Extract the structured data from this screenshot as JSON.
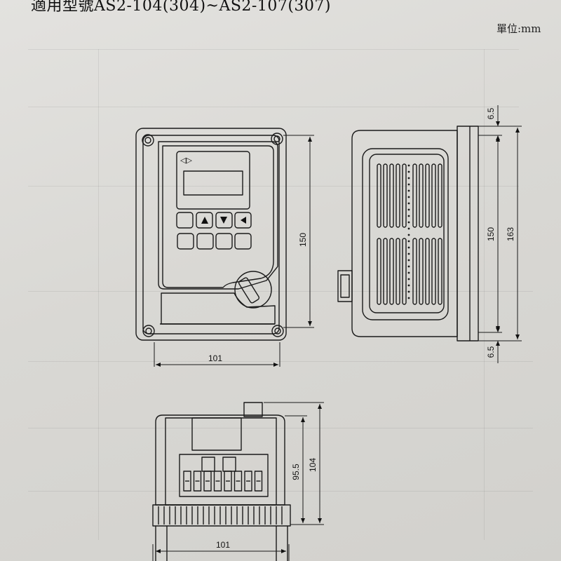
{
  "header": {
    "title": "適用型號AS2-104(304)~AS2-107(307)",
    "unit": "單位:mm"
  },
  "front_view": {
    "width_label": "101",
    "height_label": "150",
    "key_row1_glyphs": [
      "",
      "▲",
      "▼",
      "◀"
    ],
    "display_arrows": "◁▷"
  },
  "side_view": {
    "top_margin_label": "6.5",
    "inner_height_label": "150",
    "total_height_label": "163",
    "bottom_margin_label": "6.5"
  },
  "bottom_view": {
    "height_inner_label": "95.5",
    "height_total_label": "104",
    "width_label": "101"
  }
}
